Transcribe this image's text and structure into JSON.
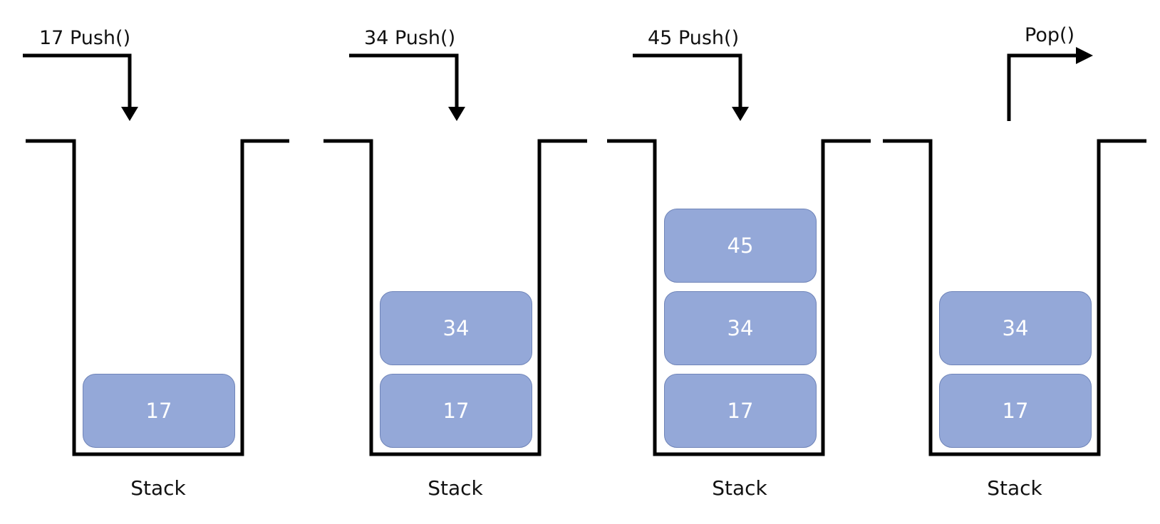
{
  "panels": [
    {
      "operation": "17 Push()",
      "caption": "Stack",
      "blocks": [
        "17"
      ]
    },
    {
      "operation": "34 Push()",
      "caption": "Stack",
      "blocks": [
        "17",
        "34"
      ]
    },
    {
      "operation": "45 Push()",
      "caption": "Stack",
      "blocks": [
        "17",
        "34",
        "45"
      ]
    },
    {
      "operation": "Pop()",
      "caption": "Stack",
      "blocks": [
        "17",
        "34"
      ]
    }
  ],
  "colors": {
    "block_fill": "#94a8d8",
    "block_border": "#6f84b8",
    "line": "#000000",
    "block_text": "#ffffff"
  }
}
